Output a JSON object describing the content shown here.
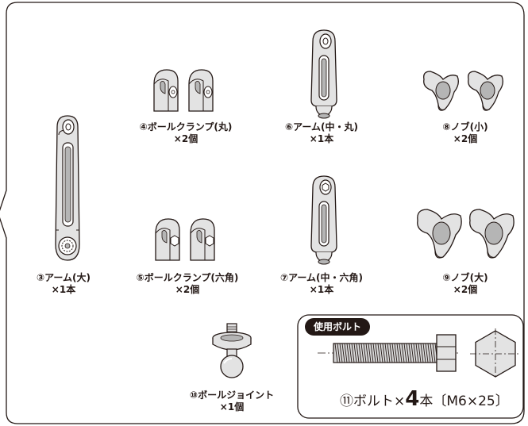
{
  "colors": {
    "line": "#231815",
    "part_fill": "#e3e3e3",
    "shade": "#b5b5b5",
    "tag_bg": "#231815",
    "tag_text": "#ffffff"
  },
  "parts": {
    "arm_large": {
      "label_line1": "③アーム(大)",
      "label_line2": "×1本"
    },
    "ball_clamp_round": {
      "label_line1": "④ボールクランプ(丸)",
      "label_line2": "×2個"
    },
    "ball_clamp_hex": {
      "label_line1": "⑤ボールクランプ(六角)",
      "label_line2": "×2個"
    },
    "arm_mid_round": {
      "label_line1": "⑥アーム(中・丸)",
      "label_line2": "×1本"
    },
    "arm_mid_hex": {
      "label_line1": "⑦アーム(中・六角)",
      "label_line2": "×1本"
    },
    "knob_small": {
      "label_line1": "⑧ノブ(小)",
      "label_line2": "×2個"
    },
    "knob_large": {
      "label_line1": "⑨ノブ(大)",
      "label_line2": "×2個"
    },
    "ball_joint": {
      "label_line1": "⑩ボールジョイント",
      "label_line2": "×1個"
    }
  },
  "bolt": {
    "tag": "使用ボルト",
    "caption_prefix": "⑪ボルト×",
    "caption_count": "4",
    "caption_suffix": "本〔M6×25〕"
  }
}
